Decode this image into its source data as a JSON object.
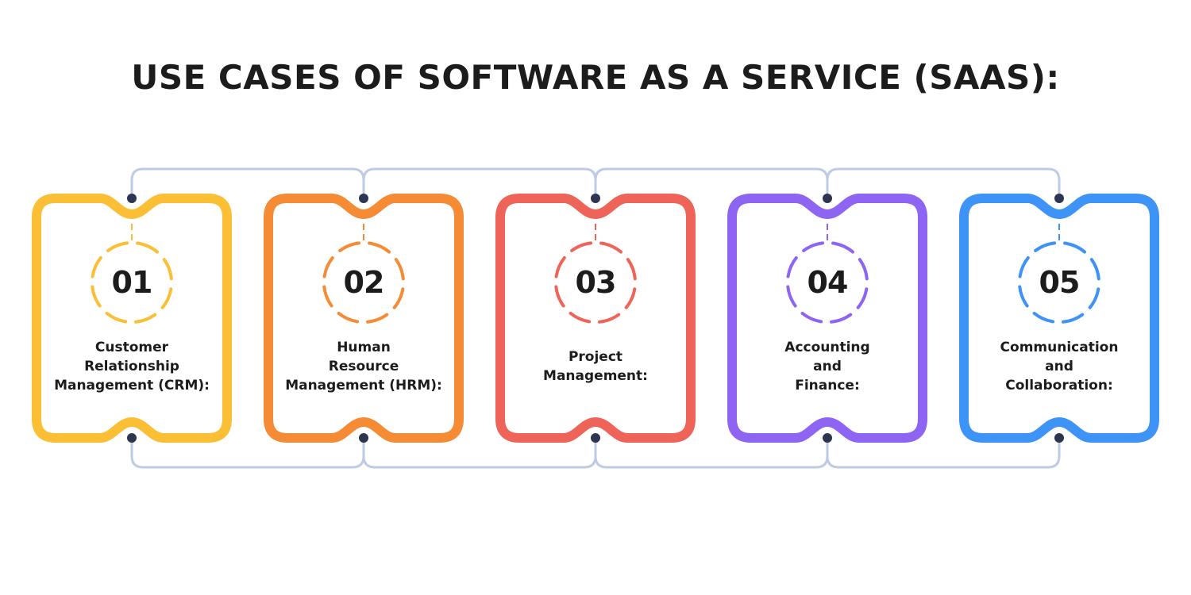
{
  "title": "USE CASES OF SOFTWARE AS A SERVICE (SAAS):",
  "colors": {
    "connector": "#BFCBE4",
    "dot": "#2E3550",
    "text": "#1C1C1C"
  },
  "cards": [
    {
      "number": "01",
      "color": "#FBBF35",
      "lines": [
        "Customer",
        "Relationship",
        "Management (CRM):"
      ]
    },
    {
      "number": "02",
      "color": "#F68B36",
      "lines": [
        "Human",
        "Resource",
        "Management (HRM):"
      ]
    },
    {
      "number": "03",
      "color": "#EF6459",
      "lines": [
        "Project",
        "Management:"
      ]
    },
    {
      "number": "04",
      "color": "#8E64F2",
      "lines": [
        "Accounting",
        "and",
        "Finance:"
      ]
    },
    {
      "number": "05",
      "color": "#3E93F6",
      "lines": [
        "Communication",
        "and",
        "Collaboration:"
      ]
    }
  ]
}
